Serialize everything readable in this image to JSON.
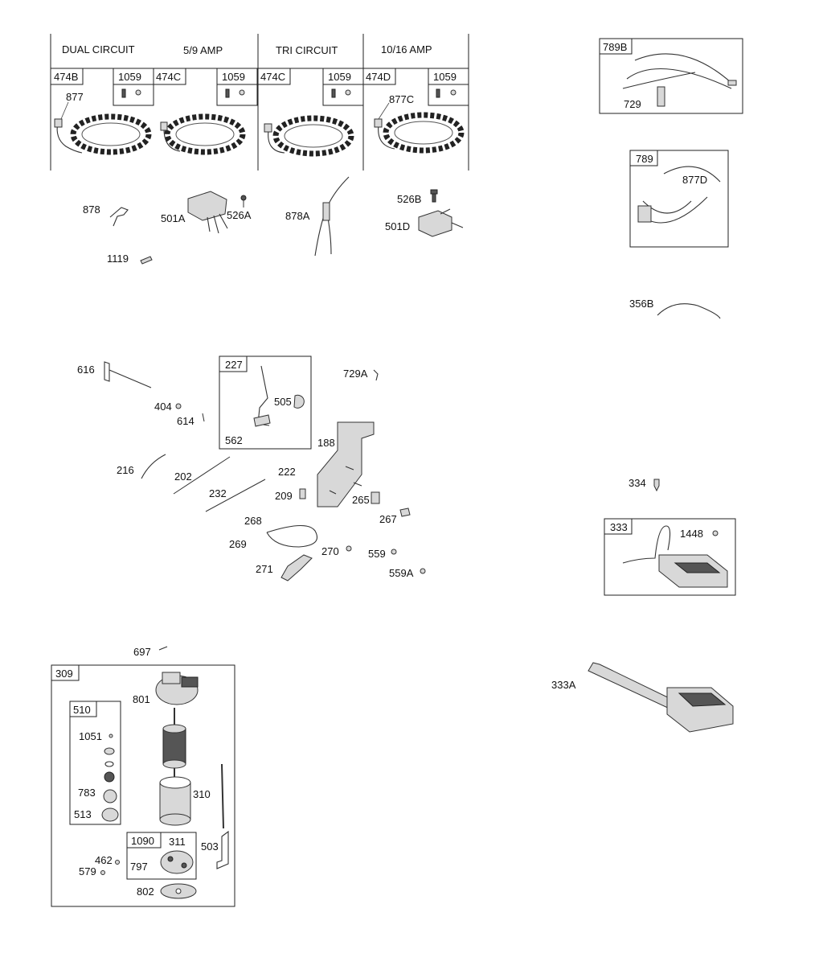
{
  "stator_headers": {
    "dual_circuit": "DUAL CIRCUIT",
    "amp_5_9": "5/9 AMP",
    "tri_circuit": "TRI CIRCUIT",
    "amp_10_16": "10/16 AMP"
  },
  "stator_kits": [
    "474B",
    "474C",
    "474C",
    "474D"
  ],
  "stator_screw_kits": [
    "1059",
    "1059",
    "1059",
    "1059"
  ],
  "stator_parts": {
    "p877": "877",
    "p877c": "877C"
  },
  "regulator_parts": {
    "p878": "878",
    "p501a": "501A",
    "p526a": "526A",
    "p878a": "878A",
    "p526b": "526B",
    "p501d": "501D",
    "p1119": "1119"
  },
  "harness_parts": {
    "kit789b": "789B",
    "p729": "729",
    "kit789": "789",
    "p877d": "877D",
    "p356b": "356B"
  },
  "governor_parts": {
    "p616": "616",
    "kit227": "227",
    "p729a": "729A",
    "p404": "404",
    "p505": "505",
    "p614": "614",
    "p562": "562",
    "p188": "188",
    "p216": "216",
    "p202": "202",
    "p222": "222",
    "p232": "232",
    "p209": "209",
    "p265": "265",
    "p267": "267",
    "p268": "268",
    "p269": "269",
    "p270": "270",
    "p559": "559",
    "p271": "271",
    "p559a": "559A"
  },
  "ignition_parts": {
    "p334": "334",
    "kit333": "333",
    "p1448": "1448",
    "p333a": "333A"
  },
  "starter_parts": {
    "p697": "697",
    "kit309": "309",
    "kit510": "510",
    "p801": "801",
    "p1051": "1051",
    "p783": "783",
    "p310": "310",
    "p513": "513",
    "kit1090": "1090",
    "p311": "311",
    "p503": "503",
    "p462": "462",
    "p797": "797",
    "p579": "579",
    "p802": "802"
  }
}
